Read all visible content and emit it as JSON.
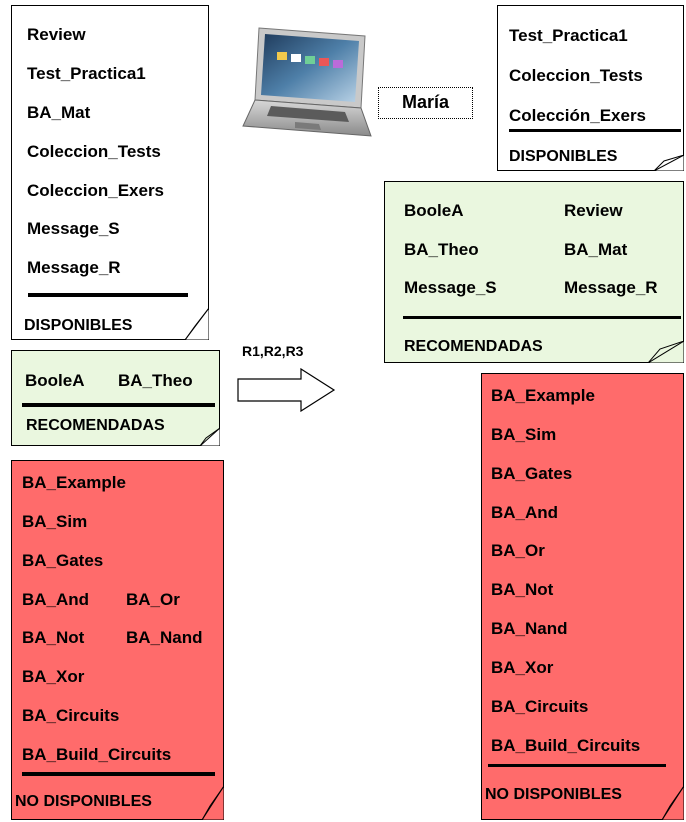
{
  "left": {
    "available_items": [
      "Review",
      "Test_Practica1",
      "BA_Mat",
      "Coleccion_Tests",
      "Coleccion_Exers",
      "Message_S",
      "Message_R"
    ],
    "available_title": "DISPONIBLES",
    "recommended_items": [
      "BooleA",
      "BA_Theo"
    ],
    "recommended_title": "RECOMENDADAS",
    "unavailable_items": [
      "BA_Example",
      "BA_Sim",
      "BA_Gates",
      "BA_And",
      "BA_Or",
      "BA_Not",
      "BA_Nand",
      "BA_Xor",
      "BA_Circuits",
      "BA_Build_Circuits"
    ],
    "unavailable_title": "NO DISPONIBLES"
  },
  "transition": {
    "rules_label": "R1,R2,R3"
  },
  "user": {
    "name": "María"
  },
  "right": {
    "available_items": [
      "Test_Practica1",
      "Coleccion_Tests",
      "Colección_Exers"
    ],
    "available_title": "DISPONIBLES",
    "recommended_items": [
      "BooleA",
      "Review",
      "BA_Theo",
      "BA_Mat",
      "Message_S",
      "Message_R"
    ],
    "recommended_title": "RECOMENDADAS",
    "unavailable_items": [
      "BA_Example",
      "BA_Sim",
      "BA_Gates",
      "BA_And",
      "BA_Or",
      "BA_Not",
      "BA_Nand",
      "BA_Xor",
      "BA_Circuits",
      "BA_Build_Circuits"
    ],
    "unavailable_title": "NO DISPONIBLES"
  },
  "colors": {
    "available": "#ffffff",
    "recommended": "#eaf7df",
    "unavailable": "#ff6b6b"
  }
}
